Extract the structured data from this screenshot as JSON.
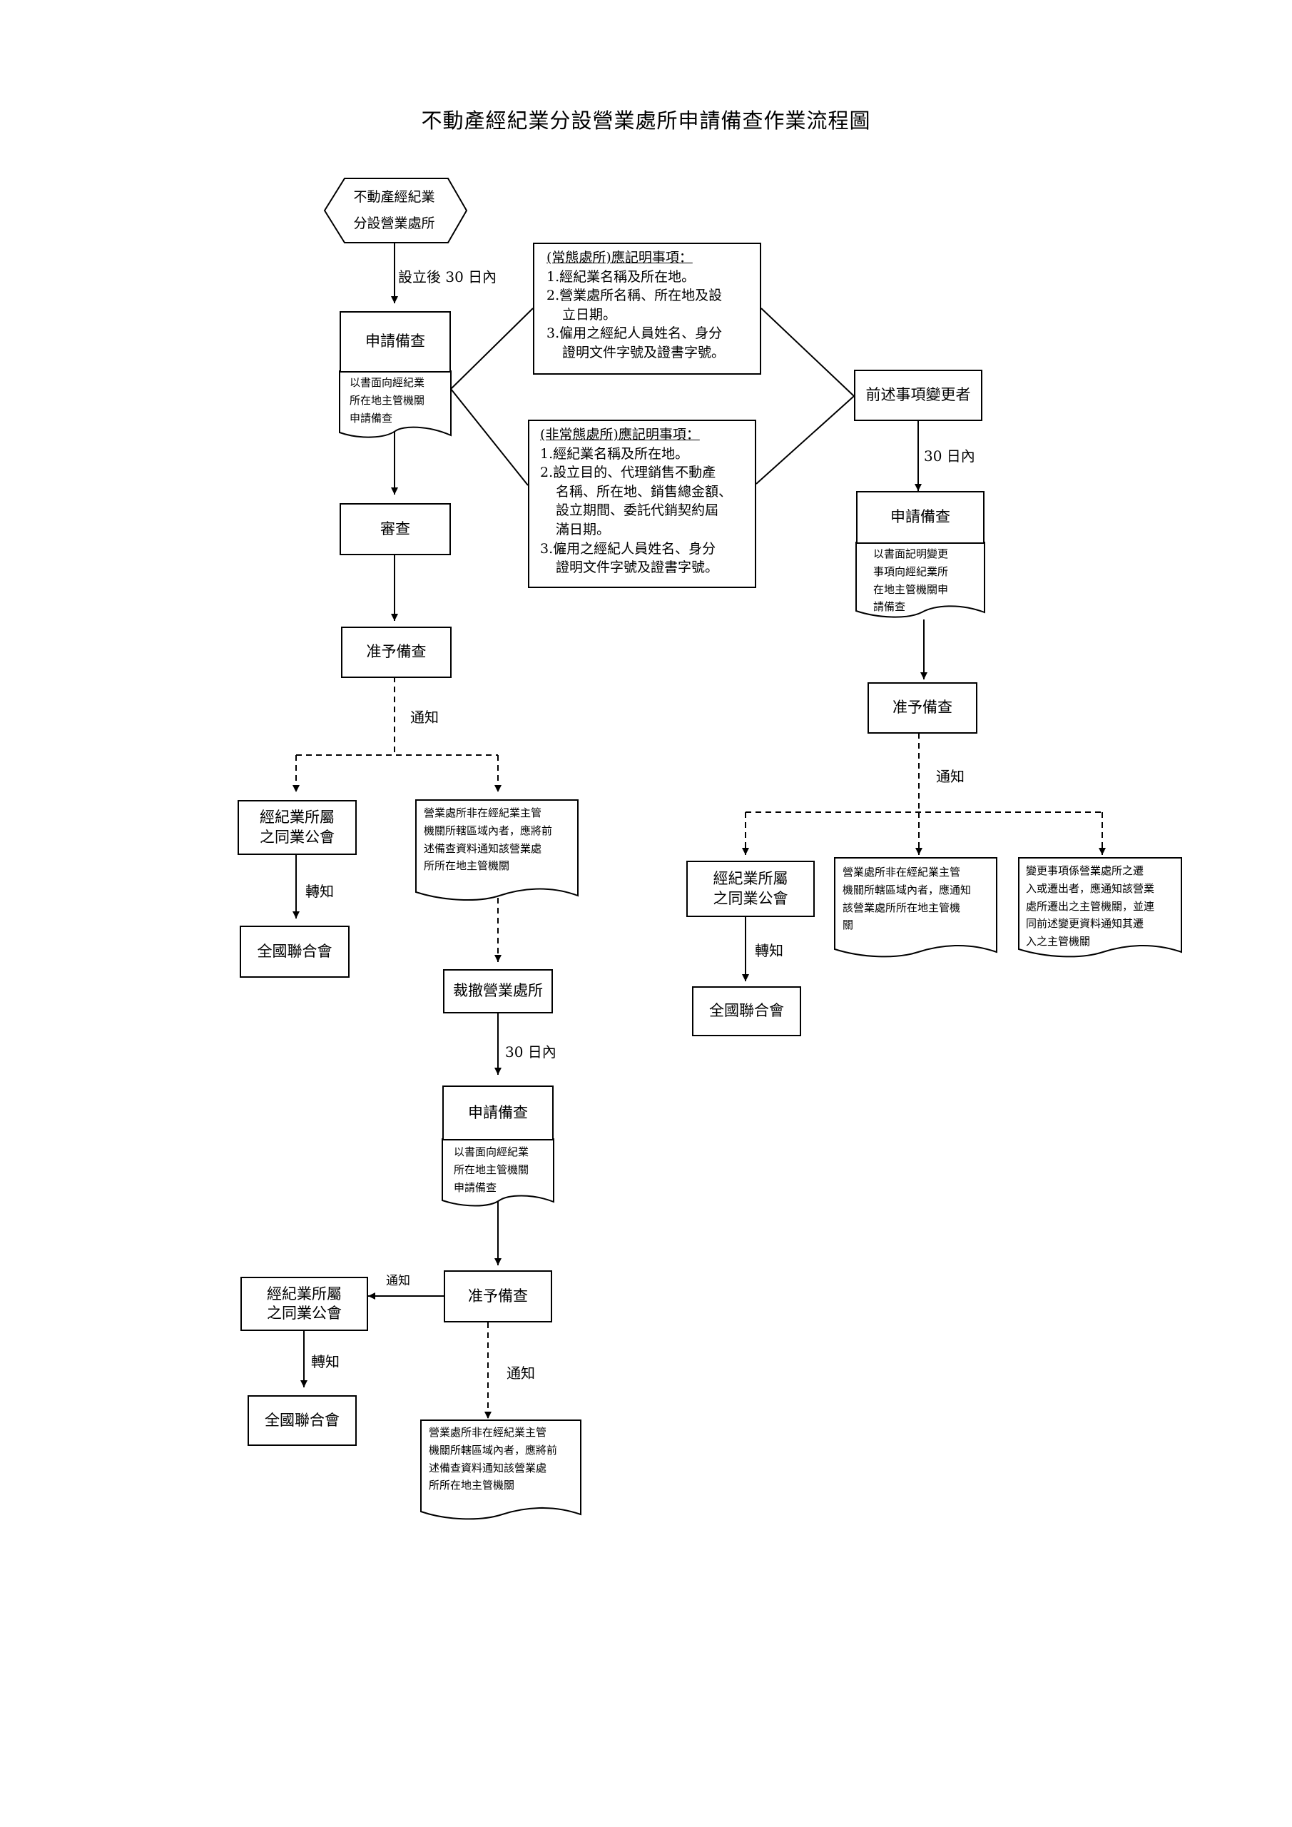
{
  "title": "不動產經紀業分設營業處所申請備查作業流程圖",
  "start": {
    "line1": "不動產經紀業",
    "line2": "分設營業處所"
  },
  "left": {
    "within_30_days_of_setup": "設立後 30 日內",
    "apply": {
      "label": "申請備查",
      "doc": [
        "以書面向經紀業",
        "所在地主管機關",
        "申請備查"
      ]
    },
    "review": "審查",
    "approve": "准予備查",
    "notify": "通知",
    "association": [
      "經紀業所屬",
      "之同業公會"
    ],
    "forward": "轉知",
    "federation": "全國聯合會",
    "out_of_area_doc": [
      "營業處所非在經紀業主管",
      "機關所轄區域內者，應將前",
      "述備查資料通知該營業處",
      "所所在地主管機關"
    ]
  },
  "notes": {
    "regular": {
      "heading": "(常態處所)應記明事項：",
      "items": [
        "1.經紀業名稱及所在地。",
        "2.營業處所名稱、所在地及設",
        "立日期。",
        "3.僱用之經紀人員姓名、身分",
        "證明文件字號及證書字號。"
      ]
    },
    "irregular": {
      "heading": "(非常態處所)應記明事項：",
      "items": [
        "1.經紀業名稱及所在地。",
        "2.設立目的、代理銷售不動產",
        "名稱、所在地、銷售總金額、",
        "設立期間、委託代銷契約屆",
        "滿日期。",
        "3.僱用之經紀人員姓名、身分",
        "證明文件字號及證書字號。"
      ]
    }
  },
  "right": {
    "change": "前述事項變更者",
    "within_30_days": "30 日內",
    "apply": {
      "label": "申請備查",
      "doc": [
        "以書面記明變更",
        "事項向經紀業所",
        "在地主管機關申",
        "請備查"
      ]
    },
    "approve": "准予備查",
    "notify": "通知",
    "association": [
      "經紀業所屬",
      "之同業公會"
    ],
    "forward": "轉知",
    "federation": "全國聯合會",
    "out_of_area_doc": [
      "營業處所非在經紀業主管",
      "機關所轄區域內者，應通知",
      "該營業處所所在地主管機",
      "關"
    ],
    "relocation_doc": [
      "變更事項係營業處所之遷",
      "入或遷出者，應通知該營業",
      "處所遷出之主管機關，並連",
      "同前述變更資料通知其遷",
      "入之主管機關"
    ]
  },
  "bottom": {
    "revoke": "裁撤營業處所",
    "within_30_days": "30 日內",
    "apply": {
      "label": "申請備查",
      "doc": [
        "以書面向經紀業",
        "所在地主管機關",
        "申請備查"
      ]
    },
    "approve": "准予備查",
    "notify_left": "通知",
    "notify_down": "通知",
    "association": [
      "經紀業所屬",
      "之同業公會"
    ],
    "forward": "轉知",
    "federation": "全國聯合會",
    "out_of_area_doc": [
      "營業處所非在經紀業主管",
      "機關所轄區域內者，應將前",
      "述備查資料通知該營業處",
      "所所在地主管機關"
    ]
  }
}
